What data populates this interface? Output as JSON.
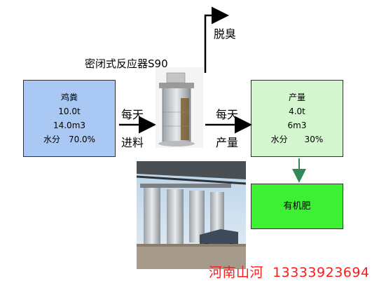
{
  "title": "密闭式反应器S90",
  "deodorize_label": "脱臭",
  "input_box": {
    "name": "鸡粪",
    "weight": "10.0t",
    "volume": "14.0m3",
    "moisture": "水分　70.0%"
  },
  "input_arrow": {
    "line1": "每天",
    "line2": "进料"
  },
  "output_arrow": {
    "line1": "每天",
    "line2": "产量"
  },
  "output_box": {
    "name": "产量",
    "weight": "4.0t",
    "volume": "6m3",
    "moisture": "水分　　30%"
  },
  "fertilizer_box": {
    "name": "有机肥"
  },
  "watermark": "河南山河  13333923694",
  "colors": {
    "input_fill": "#a9c9f4",
    "output_fill": "#d4f7cf",
    "fertilizer_fill": "#3ef034",
    "output_arrow_down": "#2e8b57",
    "watermark": "#ff1a1a"
  }
}
